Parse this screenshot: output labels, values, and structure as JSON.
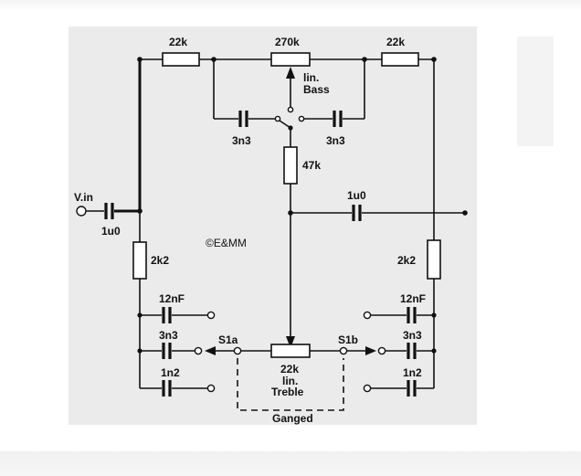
{
  "labels": {
    "r_top_left": "22k",
    "pot_bass_value": "270k",
    "r_top_right": "22k",
    "bass_lin": "lin.",
    "bass_name": "Bass",
    "c_bass_left": "3n3",
    "c_bass_right": "3n3",
    "r_mid": "47k",
    "vin": "V.in",
    "c_in": "1u0",
    "c_out": "1u0",
    "copyright": "©E&MM",
    "r_left_2k2": "2k2",
    "r_right_2k2": "2k2",
    "c_left_12nf": "12nF",
    "c_left_3n3": "3n3",
    "c_left_1n2": "1n2",
    "c_right_12nf": "12nF",
    "c_right_3n3": "3n3",
    "c_right_1n2": "1n2",
    "s1a": "S1a",
    "s1b": "S1b",
    "pot_treble_value": "22k",
    "treble_lin": "lin.",
    "treble_name": "Treble",
    "ganged": "Ganged"
  }
}
